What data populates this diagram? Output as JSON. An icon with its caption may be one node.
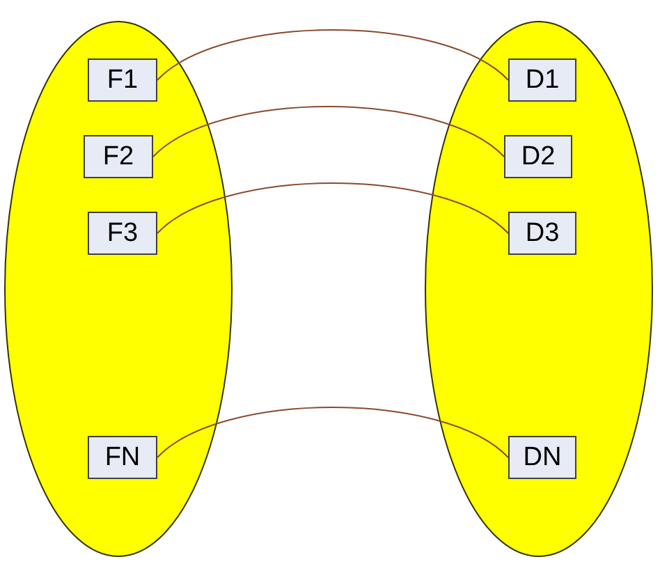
{
  "diagram": {
    "nodes": [
      {
        "text": [],
        "shape": "ellipse"
      },
      {
        "text": [
          "F1"
        ],
        "in": 0
      },
      {
        "text": [
          "F2"
        ],
        "in": 0
      },
      {
        "text": [
          "F3"
        ],
        "in": 0
      },
      {
        "text": [
          "FN"
        ],
        "in": 0
      },
      {
        "text": [],
        "shape": "ellipse"
      },
      {
        "text": [
          "D1"
        ],
        "in": 5
      },
      {
        "text": [
          "D2"
        ],
        "in": 5
      },
      {
        "text": [
          "D3"
        ],
        "in": 5
      },
      {
        "text": [
          "DN"
        ],
        "in": 5
      }
    ],
    "edges": [
      {
        "from": 1,
        "to": 6,
        "arrow": "none"
      },
      {
        "from": 2,
        "to": 7,
        "arrow": "none"
      },
      {
        "from": 3,
        "to": 8,
        "arrow": "none"
      },
      {
        "from": 4,
        "to": 9,
        "arrow": "none"
      }
    ]
  }
}
